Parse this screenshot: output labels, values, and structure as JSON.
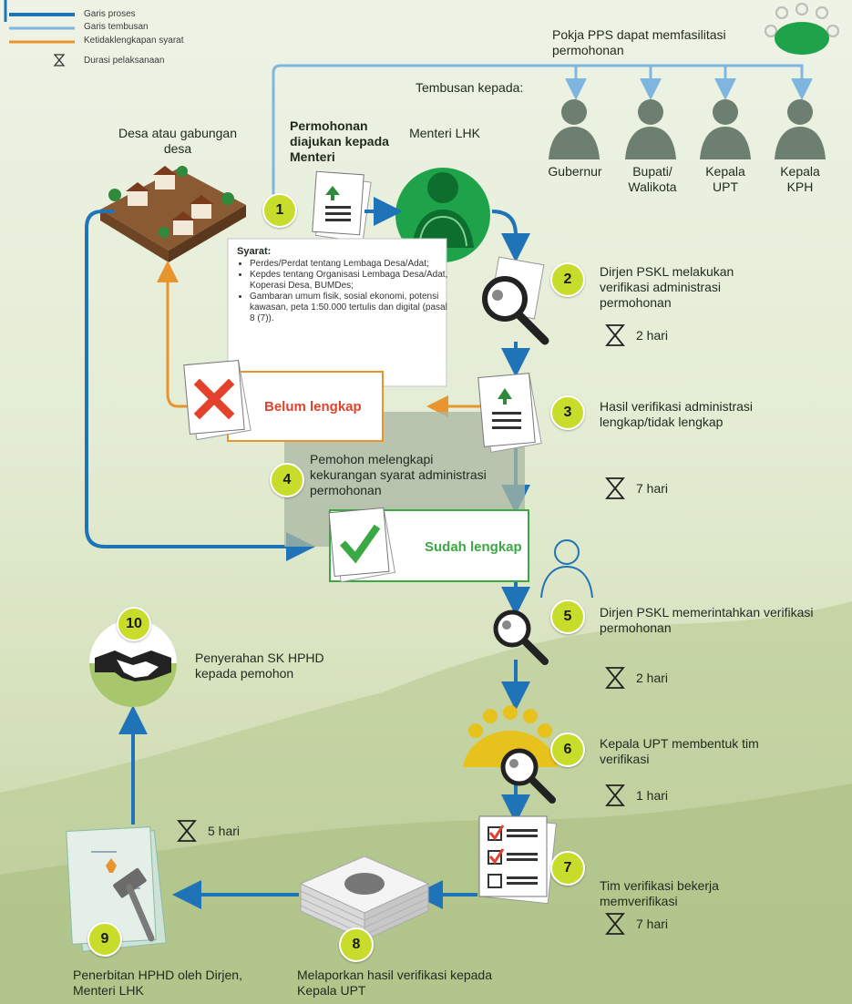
{
  "legend": {
    "process_line": "Garis proses",
    "cc_line": "Garis tembusan",
    "incomplete_line": "Ketidaklengkapan syarat",
    "duration": "Durasi pelaksanaan"
  },
  "pokja": "Pokja PPS dapat memfasilitasi permohonan",
  "tembusan_label": "Tembusan kepada:",
  "recipients": [
    "Gubernur",
    "Bupati/ Walikota",
    "Kepala UPT",
    "Kepala KPH"
  ],
  "desa_label": "Desa atau gabungan desa",
  "menteri_label": "Menteri LHK",
  "steps": {
    "s1": {
      "number": "1",
      "text": "Permohonan diajukan kepada Menteri"
    },
    "s2": {
      "number": "2",
      "text": "Dirjen PSKL melakukan verifikasi administrasi permohonan",
      "duration": "2 hari"
    },
    "s3": {
      "number": "3",
      "text": "Hasil verifikasi administrasi lengkap/tidak lengkap",
      "duration": "7 hari"
    },
    "s4": {
      "number": "4",
      "text": "Pemohon melengkapi kekurangan syarat administrasi permohonan"
    },
    "s5": {
      "number": "5",
      "text": "Dirjen PSKL memerintahkan verifikasi permohonan",
      "duration": "2 hari"
    },
    "s6": {
      "number": "6",
      "text": "Kepala UPT membentuk tim verifikasi",
      "duration": "1 hari"
    },
    "s7": {
      "number": "7",
      "text": "Tim verifikasi bekerja memverifikasi",
      "duration": "7 hari"
    },
    "s8": {
      "number": "8",
      "text": "Melaporkan hasil verifikasi kepada Kepala UPT"
    },
    "s9": {
      "number": "9",
      "text": "Penerbitan HPHD oleh Dirjen, Menteri LHK",
      "duration": "5 hari"
    },
    "s10": {
      "number": "10",
      "text": "Penyerahan SK HPHD kepada pemohon"
    }
  },
  "requirements": {
    "title": "Syarat:",
    "items": [
      "Perdes/Perdat tentang Lembaga Desa/Adat;",
      "Kepdes tentang Organisasi Lembaga Desa/Adat, Koperasi Desa, BUMDes;",
      "Gambaran umum fisik, sosial ekonomi, potensi kawasan, peta 1:50.000 tertulis dan digital (pasal 8 (7))."
    ]
  },
  "belum_lengkap": "Belum lengkap",
  "sudah_lengkap": "Sudah lengkap",
  "colors": {
    "process": "#1f73b7",
    "cc": "#7fb6e0",
    "incomplete": "#e8952f",
    "badge": "#c8dc2c",
    "person_green": "#1ea34a",
    "reject": "#e3412b",
    "accept": "#3aa843"
  }
}
